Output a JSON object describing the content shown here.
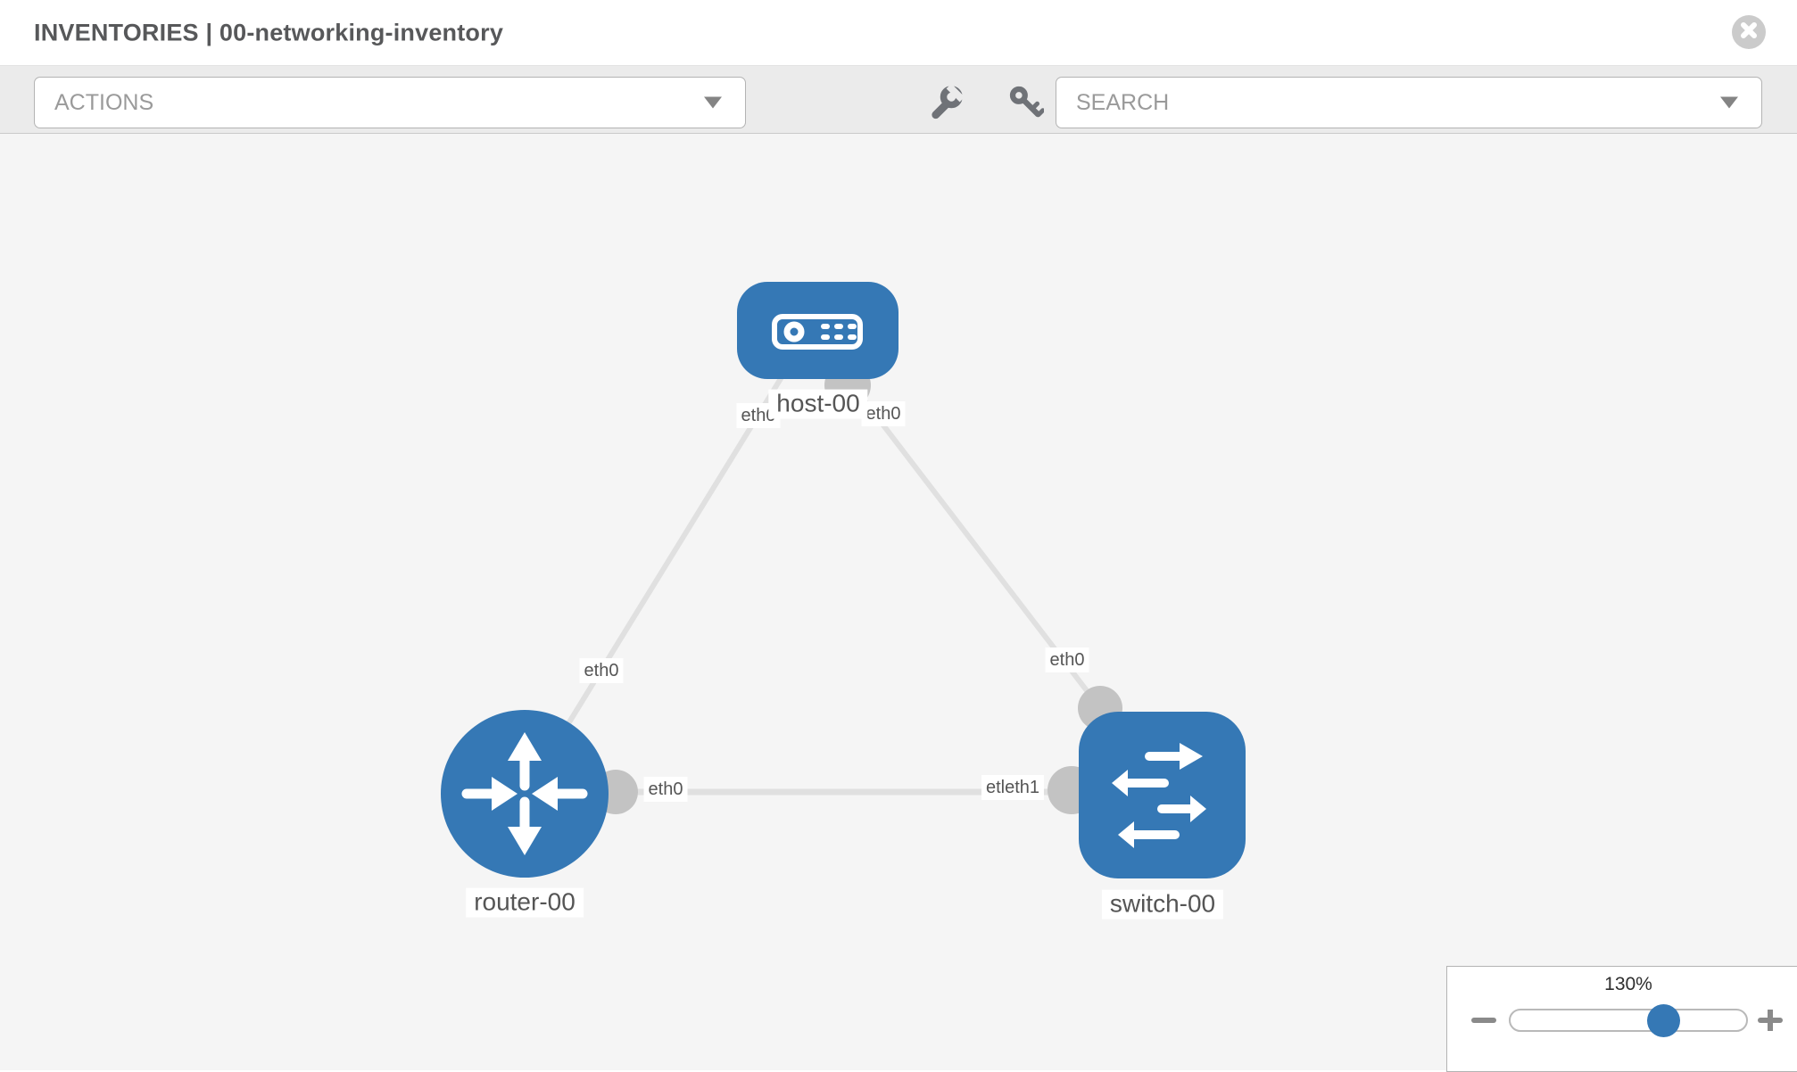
{
  "header": {
    "title": "INVENTORIES | 00-networking-inventory"
  },
  "toolbar": {
    "actions_label": "ACTIONS",
    "search_label": "SEARCH",
    "tool_icons": [
      "wrench",
      "key"
    ]
  },
  "graph": {
    "nodes": [
      {
        "label": "host-00",
        "type": "host",
        "shape": "rounded-rect",
        "icon": "server-icon"
      },
      {
        "label": "router-00",
        "type": "router",
        "shape": "circle",
        "icon": "router-arrows-icon"
      },
      {
        "label": "switch-00",
        "type": "switch",
        "shape": "rounded-square",
        "icon": "switch-arrows-icon"
      }
    ],
    "links": [
      {
        "from": "host-00",
        "to": "router-00"
      },
      {
        "from": "host-00",
        "to": "switch-00"
      },
      {
        "from": "router-00",
        "to": "switch-00"
      }
    ],
    "port_labels": [
      {
        "text": "eth0",
        "link": "host-router",
        "end": "host"
      },
      {
        "text": "eth0",
        "link": "host-switch",
        "end": "host"
      },
      {
        "text": "eth0",
        "link": "host-router",
        "end": "router"
      },
      {
        "text": "eth0",
        "link": "host-switch",
        "end": "switch"
      },
      {
        "text": "eth0",
        "link": "router-switch",
        "end": "router"
      },
      {
        "text": "etleth1",
        "link": "router-switch",
        "end": "switch"
      }
    ]
  },
  "zoom_control": {
    "level": "130%"
  },
  "icons": {
    "close": "circle-x",
    "dropdown": "chevron-down",
    "zoom_out": "minus",
    "zoom_in": "plus"
  },
  "colors": {
    "node_blue": "#3578b5",
    "edge_gray": "#e0e0e0",
    "port_gray": "#c3c3c3",
    "toolbar_bg": "#ebebeb",
    "canvas_bg": "#f5f5f5",
    "label_text": "#555555",
    "title_text": "#57585a"
  }
}
